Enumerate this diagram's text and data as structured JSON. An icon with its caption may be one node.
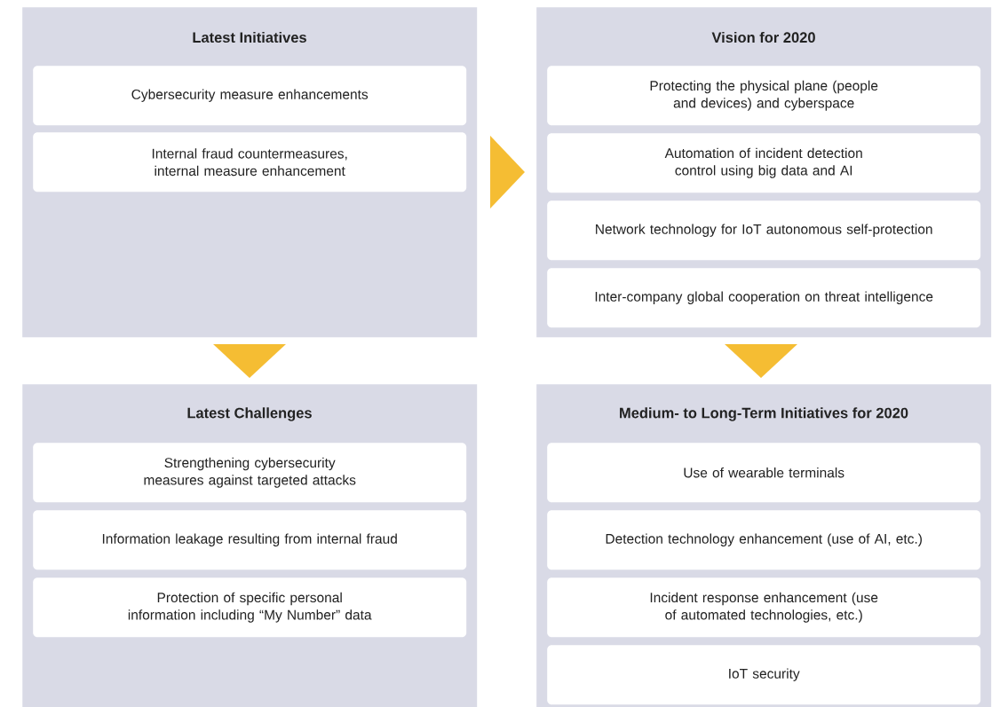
{
  "diagram": {
    "nodes": [
      {
        "text": [
          "Latest Initiatives"
        ]
      },
      {
        "text": [
          "Cybersecurity measure enhancements"
        ],
        "in": 0
      },
      {
        "text": [
          "Internal fraud countermeasures, internal measure enhancement"
        ],
        "in": 0
      },
      {
        "text": [
          "Vision for 2020"
        ]
      },
      {
        "text": [
          "Protecting the physical plane (people and devices) and cyberspace"
        ],
        "in": 3
      },
      {
        "text": [
          "Automation of incident detection control using big data and AI"
        ],
        "in": 3
      },
      {
        "text": [
          "Network technology for IoT autonomous self-protection"
        ],
        "in": 3
      },
      {
        "text": [
          "Inter-company global cooperation on threat intelligence"
        ],
        "in": 3
      },
      {
        "text": [
          "Latest Challenges"
        ]
      },
      {
        "text": [
          "Strengthening cybersecurity measures against targeted attacks"
        ],
        "in": 8
      },
      {
        "text": [
          "Information leakage resulting from internal fraud"
        ],
        "in": 8
      },
      {
        "text": [
          "Protection of specific personal information including “My Number” data"
        ],
        "in": 8
      },
      {
        "text": [
          "Medium- to Long-Term Initiatives for 2020"
        ]
      },
      {
        "text": [
          "Use of wearable terminals"
        ],
        "in": 12
      },
      {
        "text": [
          "Detection technology enhancement (use of AI, etc.)"
        ],
        "in": 12
      },
      {
        "text": [
          "Incident response enhancement (use of automated technologies, etc.)"
        ],
        "in": 12
      },
      {
        "text": [
          "IoT security"
        ],
        "in": 12
      }
    ],
    "edges": [
      {
        "from": 0,
        "to": 3,
        "arrow": "to"
      },
      {
        "from": 0,
        "to": 8,
        "arrow": "to"
      },
      {
        "from": 3,
        "to": 12,
        "arrow": "to"
      }
    ]
  }
}
